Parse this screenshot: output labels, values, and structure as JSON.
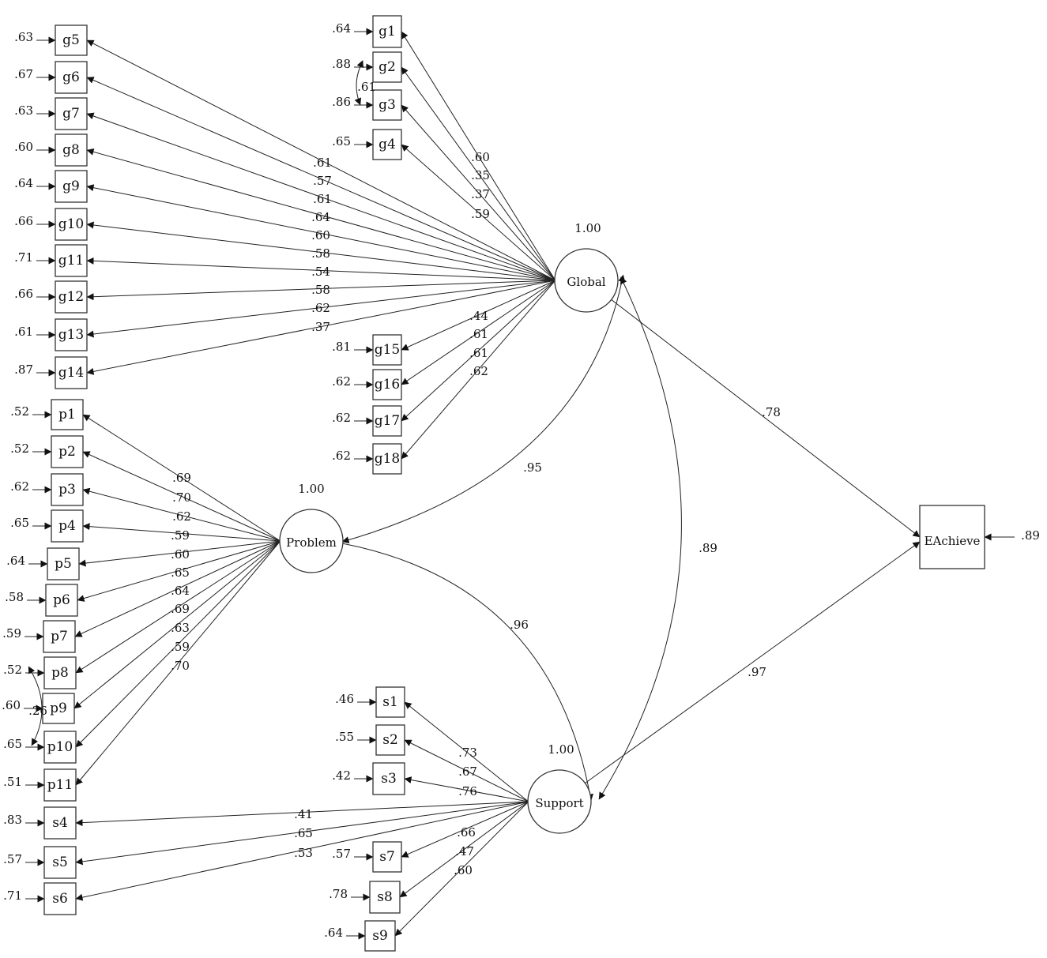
{
  "latents": [
    {
      "id": "Global",
      "label": "Global",
      "variance": "1.00"
    },
    {
      "id": "Problem",
      "label": "Problem",
      "variance": "1.00"
    },
    {
      "id": "Support",
      "label": "Support",
      "variance": "1.00"
    }
  ],
  "outcome": {
    "id": "EAchieve",
    "label": "EAchieve",
    "error": ".89"
  },
  "indicators": [
    {
      "id": "g1",
      "latent": "Global",
      "error": ".64",
      "loading": ".60"
    },
    {
      "id": "g2",
      "latent": "Global",
      "error": ".88",
      "loading": ".35"
    },
    {
      "id": "g3",
      "latent": "Global",
      "error": ".86",
      "loading": ".37"
    },
    {
      "id": "g4",
      "latent": "Global",
      "error": ".65",
      "loading": ".59"
    },
    {
      "id": "g5",
      "latent": "Global",
      "error": ".63",
      "loading": ".61"
    },
    {
      "id": "g6",
      "latent": "Global",
      "error": ".67",
      "loading": ".57"
    },
    {
      "id": "g7",
      "latent": "Global",
      "error": ".63",
      "loading": ".61"
    },
    {
      "id": "g8",
      "latent": "Global",
      "error": ".60",
      "loading": ".64"
    },
    {
      "id": "g9",
      "latent": "Global",
      "error": ".64",
      "loading": ".60"
    },
    {
      "id": "g10",
      "latent": "Global",
      "error": ".66",
      "loading": ".58"
    },
    {
      "id": "g11",
      "latent": "Global",
      "error": ".71",
      "loading": ".54"
    },
    {
      "id": "g12",
      "latent": "Global",
      "error": ".66",
      "loading": ".58"
    },
    {
      "id": "g13",
      "latent": "Global",
      "error": ".61",
      "loading": ".62"
    },
    {
      "id": "g14",
      "latent": "Global",
      "error": ".87",
      "loading": ".37"
    },
    {
      "id": "g15",
      "latent": "Global",
      "error": ".81",
      "loading": ".44"
    },
    {
      "id": "g16",
      "latent": "Global",
      "error": ".62",
      "loading": ".61"
    },
    {
      "id": "g17",
      "latent": "Global",
      "error": ".62",
      "loading": ".61"
    },
    {
      "id": "g18",
      "latent": "Global",
      "error": ".62",
      "loading": ".62"
    },
    {
      "id": "p1",
      "latent": "Problem",
      "error": ".52",
      "loading": ".69"
    },
    {
      "id": "p2",
      "latent": "Problem",
      "error": ".52",
      "loading": ".70"
    },
    {
      "id": "p3",
      "latent": "Problem",
      "error": ".62",
      "loading": ".62"
    },
    {
      "id": "p4",
      "latent": "Problem",
      "error": ".65",
      "loading": ".59"
    },
    {
      "id": "p5",
      "latent": "Problem",
      "error": ".64",
      "loading": ".60"
    },
    {
      "id": "p6",
      "latent": "Problem",
      "error": ".58",
      "loading": ".65"
    },
    {
      "id": "p7",
      "latent": "Problem",
      "error": ".59",
      "loading": ".64"
    },
    {
      "id": "p8",
      "latent": "Problem",
      "error": ".52",
      "loading": ".69"
    },
    {
      "id": "p9",
      "latent": "Problem",
      "error": ".60",
      "loading": ".63"
    },
    {
      "id": "p10",
      "latent": "Problem",
      "error": ".65",
      "loading": ".59"
    },
    {
      "id": "p11",
      "latent": "Problem",
      "error": ".51",
      "loading": ".70"
    },
    {
      "id": "s1",
      "latent": "Support",
      "error": ".46",
      "loading": ".73"
    },
    {
      "id": "s2",
      "latent": "Support",
      "error": ".55",
      "loading": ".67"
    },
    {
      "id": "s3",
      "latent": "Support",
      "error": ".42",
      "loading": ".76"
    },
    {
      "id": "s4",
      "latent": "Support",
      "error": ".83",
      "loading": ".41"
    },
    {
      "id": "s5",
      "latent": "Support",
      "error": ".57",
      "loading": ".65"
    },
    {
      "id": "s6",
      "latent": "Support",
      "error": ".71",
      "loading": ".53"
    },
    {
      "id": "s7",
      "latent": "Support",
      "error": ".57",
      "loading": ".66"
    },
    {
      "id": "s8",
      "latent": "Support",
      "error": ".78",
      "loading": ".47"
    },
    {
      "id": "s9",
      "latent": "Support",
      "error": ".64",
      "loading": ".60"
    }
  ],
  "error_covariances": [
    {
      "a": "g2",
      "b": "g3",
      "value": ".61"
    },
    {
      "a": "p8",
      "b": "p10",
      "value": ".26"
    }
  ],
  "factor_correlations": [
    {
      "a": "Global",
      "b": "Problem",
      "value": ".95"
    },
    {
      "a": "Global",
      "b": "Support",
      "value": ".89"
    },
    {
      "a": "Problem",
      "b": "Support",
      "value": ".96"
    }
  ],
  "structural_paths": [
    {
      "from": "Global",
      "to": "EAchieve",
      "value": ".78"
    },
    {
      "from": "Support",
      "to": "EAchieve",
      "value": ".97"
    }
  ]
}
